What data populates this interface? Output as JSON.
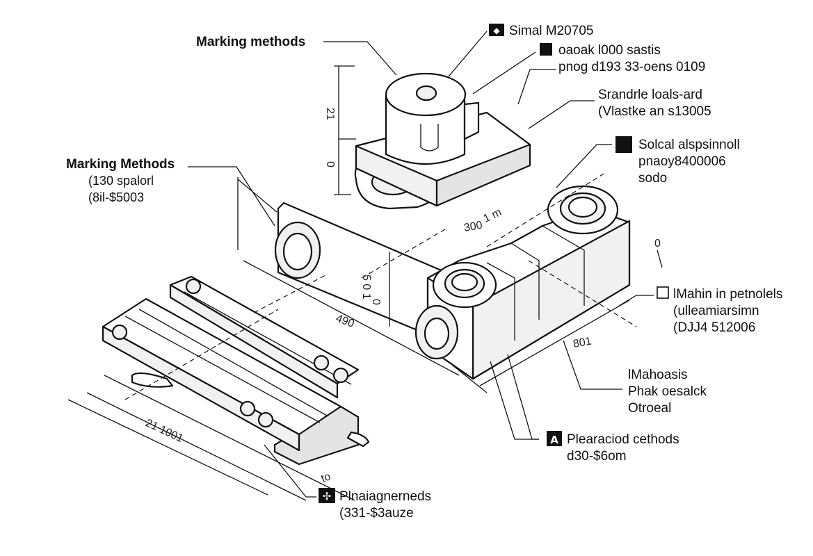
{
  "callouts": {
    "marking_methods_top": "Marking methods",
    "serial": "Simal M20705",
    "spec_line1": "oaoak l000 sastis",
    "spec_line2": "pnog d193 33-oens 0109",
    "standard_line1": "Srandrle loals-ard",
    "standard_line2": "(Vlastke an s13005",
    "socal_line1": "Solcal alspsinnoll",
    "socal_line2": "pnaoy8400006",
    "socal_line3": "sodo",
    "marking_methods_left": "Marking Methods",
    "left_line2": "(130 spalorl",
    "left_line3": "(8il-$5003",
    "mahin_line1": "lMahin in petnolels",
    "mahin_line2": "(ulleamiarsimn",
    "mahin_line3": "(DJJ4 512006",
    "mahoasis_line1": "lMahoasis",
    "mahoasis_line2": "Phak oesalck",
    "mahoasis_line3": "Otroeal",
    "plearaciod_line1": "Plearaciod cethods",
    "plearaciod_line2": "d30-$6om",
    "plnai_line1": "Plnaiagnerneds",
    "plnai_line2": "(331-$3auze"
  },
  "dimensions": {
    "d_21": "21",
    "d_0": "0",
    "d_1m": "1 m",
    "d_300": "300",
    "d_490": "490",
    "d_501": "5 0 1",
    "d_0b": "0",
    "d_0c": "0",
    "d_801": "801",
    "d_21001": "21 1001",
    "d_to": "to"
  },
  "icons": {
    "serial_marker": "diamond-marker-icon",
    "spec_marker": "square-marker-icon",
    "socal_marker": "square-marker-icon",
    "mahin_marker": "hollow-square-marker-icon",
    "plearaciod_marker": "triangle-marker-icon",
    "plnai_marker": "cross-marker-icon"
  }
}
